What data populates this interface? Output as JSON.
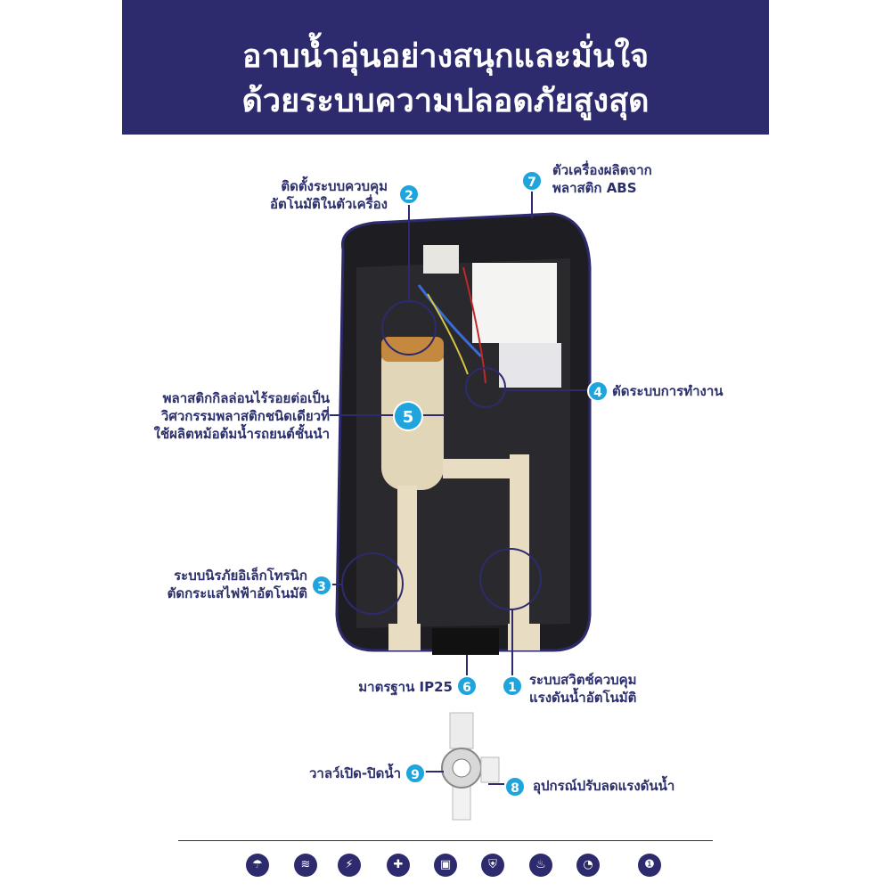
{
  "header": {
    "title_line1": "อาบน้ำอุ่นอย่างสนุกและมั่นใจ",
    "title_line2": "ด้วยระบบความปลอดภัยสูงสุด",
    "bg_color": "#2d2a6e"
  },
  "callouts": [
    {
      "num": "1",
      "lines": [
        "ระบบสวิตช์ควบคุม",
        "แรงดันน้ำอัตโนมัติ"
      ]
    },
    {
      "num": "2",
      "lines": [
        "ติดตั้งระบบควบคุม",
        "อัตโนมัติในตัวเครื่อง"
      ]
    },
    {
      "num": "3",
      "lines": [
        "ระบบนิรภัยอิเล็กโทรนิก",
        "ตัดกระแสไฟฟ้าอัตโนมัติ"
      ]
    },
    {
      "num": "4",
      "lines": [
        "ตัดระบบการทำงาน"
      ]
    },
    {
      "num": "5",
      "lines": [
        "พลาสติกกิลล่อนไร้รอยต่อเป็น",
        "วิศวกรรมพลาสติกชนิดเดียวที่",
        "ใช้ผลิตหม้อต้มน้ำรถยนต์ชั้นนำ"
      ]
    },
    {
      "num": "6",
      "lines": [
        "มาตรฐาน IP25"
      ]
    },
    {
      "num": "7",
      "lines": [
        "ตัวเครื่องผลิตจาก",
        "พลาสติก ABS"
      ]
    },
    {
      "num": "8",
      "lines": [
        "อุปกรณ์ปรับลดแรงดันน้ำ"
      ]
    },
    {
      "num": "9",
      "lines": [
        "วาลว์เปิด-ปิดน้ำ"
      ]
    }
  ],
  "accent_color": "#1fa5dc",
  "footer_icons": [
    "shower-icon",
    "water-tank-icon",
    "elcb-icon",
    "safety-icon",
    "gfi-icon",
    "shield-icon",
    "flame-icon",
    "gauge-icon",
    "thermostat-icon"
  ]
}
